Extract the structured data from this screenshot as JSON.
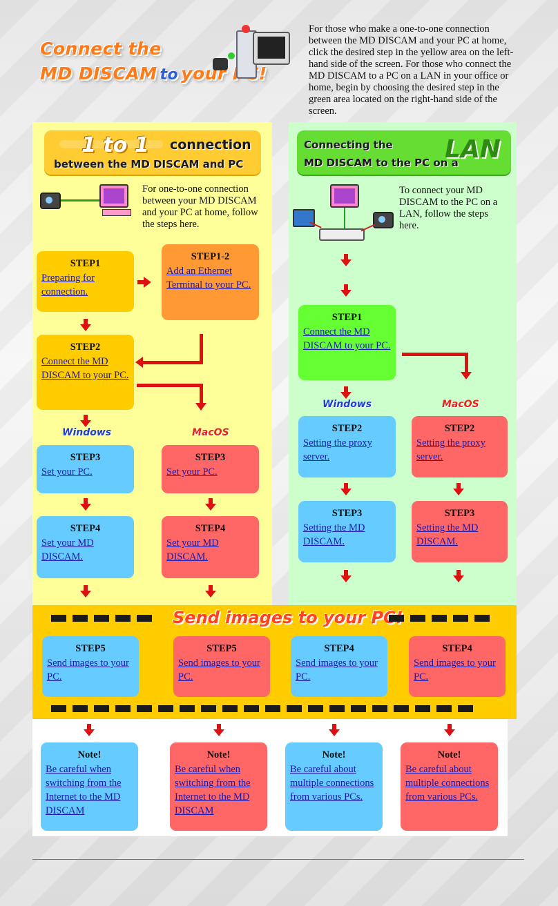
{
  "title": {
    "line1": "Connect the",
    "line2_a": "MD DISCAM",
    "line2_to": "to",
    "line2_b": "your PC!"
  },
  "intro": "For those who make a one-to-one connection between the MD DISCAM and your PC at home, click the desired step in the yellow area on the left-hand side of the screen. For those who connect the MD DISCAM to a PC on a LAN in your office or home, begin by choosing the desired step in the green area located on the right-hand side of the screen.",
  "left": {
    "header_big": "1 to 1",
    "header_conn": "connection",
    "header_sub": "between the MD DISCAM and PC",
    "desc": "For one-to-one connection between your MD DISCAM and your PC at home, follow the steps here.",
    "step1": {
      "step": "STEP1",
      "link": "Preparing for connection."
    },
    "step1_2": {
      "step": "STEP1-2",
      "link": "Add an Ethernet Terminal to your PC."
    },
    "step2": {
      "step": "STEP2",
      "link": "Connect the MD DISCAM to your PC."
    },
    "win_label": "Windows",
    "mac_label": "MacOS",
    "step3_win": {
      "step": "STEP3",
      "link": "Set your PC."
    },
    "step3_mac": {
      "step": "STEP3",
      "link": "Set your PC."
    },
    "step4_win": {
      "step": "STEP4",
      "link": "Set your MD DISCAM."
    },
    "step4_mac": {
      "step": "STEP4",
      "link": "Set your MD DISCAM."
    }
  },
  "right": {
    "header_line1": "Connecting the",
    "header_line2": "MD DISCAM to the PC on a",
    "header_big": "LAN",
    "desc": "To connect your MD DISCAM to the PC on a LAN, follow the steps here.",
    "step1": {
      "step": "STEP1",
      "link": "Connect the MD DISCAM to your PC."
    },
    "win_label": "Windows",
    "mac_label": "MacOS",
    "step2_win": {
      "step": "STEP2",
      "link": "Setting the proxy server."
    },
    "step2_mac": {
      "step": "STEP2",
      "link": "Setting the proxy server."
    },
    "step3_win": {
      "step": "STEP3",
      "link": "Setting the MD DISCAM."
    },
    "step3_mac": {
      "step": "STEP3",
      "link": "Setting the MD DISCAM."
    }
  },
  "send": {
    "title": "Send images to your PC!",
    "boxes": [
      {
        "step": "STEP5",
        "link": "Send images to your PC."
      },
      {
        "step": "STEP5",
        "link": "Send images to your PC."
      },
      {
        "step": "STEP4",
        "link": "Send images to your PC."
      },
      {
        "step": "STEP4",
        "link": "Send images to your PC."
      }
    ]
  },
  "notes": [
    {
      "title": "Note!",
      "link": "Be careful when switching from the Internet to the MD DISCAM"
    },
    {
      "title": "Note!",
      "link": "Be careful when switching from the Internet to the MD DISCAM"
    },
    {
      "title": "Note!",
      "link": "Be careful about multiple connections from various PCs."
    },
    {
      "title": "Note!",
      "link": "Be careful about multiple connections from various PCs."
    }
  ],
  "colors": {
    "yellow_panel": "#ffff99",
    "green_panel": "#ccffcc",
    "orange_box": "#ffcc00",
    "blue_box": "#66ccff",
    "red_box": "#ff6666",
    "green_box": "#66ff33",
    "arrow": "#dd1111"
  },
  "icons": [
    "camera-icon",
    "pc-icon",
    "router-icon",
    "laptop-icon"
  ]
}
